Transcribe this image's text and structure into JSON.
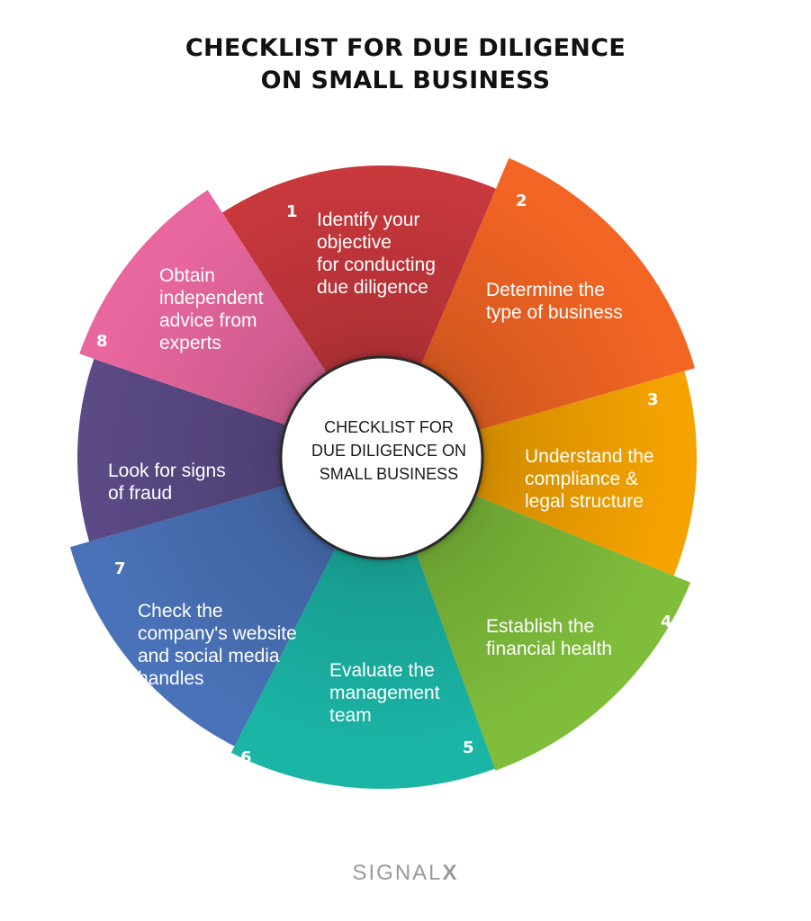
{
  "title": {
    "line1": "CHECKLIST FOR DUE DILIGENCE",
    "line2": "ON SMALL BUSINESS"
  },
  "center": {
    "lines": [
      "CHECKLIST FOR",
      "DUE DILIGENCE ON",
      "SMALL BUSINESS"
    ]
  },
  "segments": [
    {
      "number": "1",
      "lines": [
        "Identify your",
        "objective",
        "for conducting",
        "due diligence"
      ],
      "color": "#c9383d"
    },
    {
      "number": "2",
      "lines": [
        "Determine the",
        "type of business"
      ],
      "color": "#f26524"
    },
    {
      "number": "3",
      "lines": [
        "Understand the",
        "compliance &",
        "legal structure"
      ],
      "color": "#f5a300"
    },
    {
      "number": "4",
      "lines": [
        "Establish the",
        "financial health"
      ],
      "color": "#7fbd3b"
    },
    {
      "number": "5",
      "lines": [
        "Evaluate the",
        "management",
        "team"
      ],
      "color": "#1bb5a6"
    },
    {
      "number": "6",
      "lines": [
        "Check the",
        "company's website",
        "and social media",
        "handles"
      ],
      "color": "#4a72b8"
    },
    {
      "number": "7",
      "lines": [
        "Look for signs",
        "of fraud"
      ],
      "color": "#5b4a86"
    },
    {
      "number": "8",
      "lines": [
        "Obtain",
        "independent",
        "advice from",
        "experts"
      ],
      "color": "#e9679f"
    }
  ],
  "brand": {
    "text": "SIGNAL",
    "accent": "X"
  }
}
